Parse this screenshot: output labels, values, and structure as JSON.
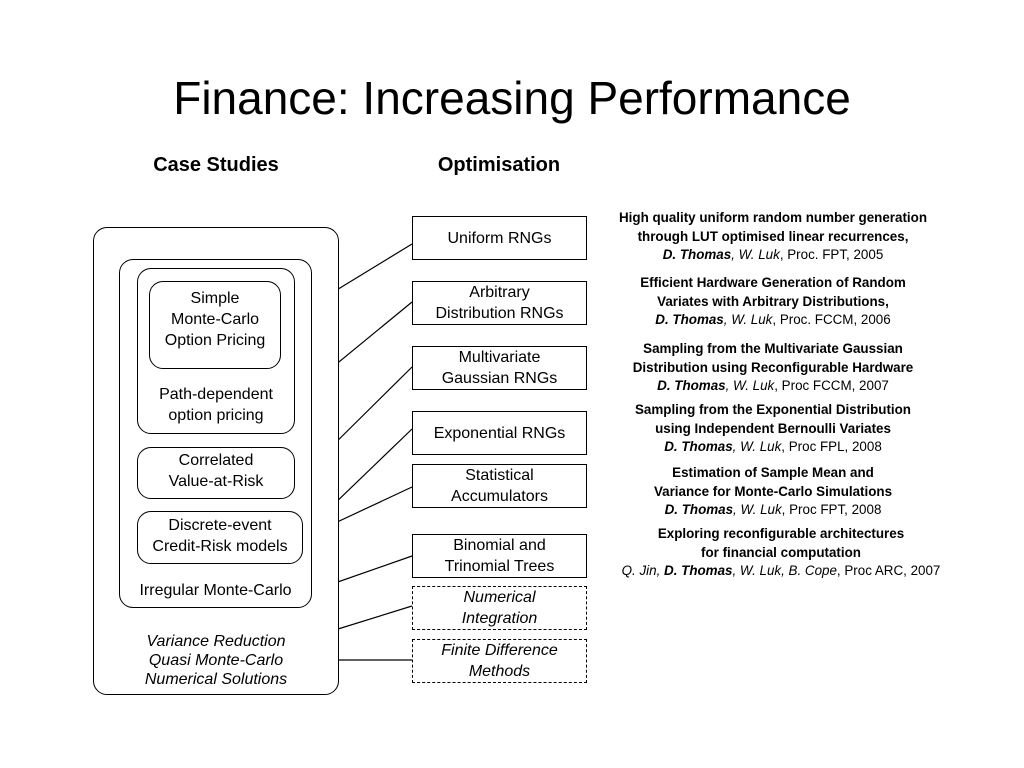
{
  "title": "Finance: Increasing Performance",
  "headers": {
    "case_studies": "Case Studies",
    "optimisation": "Optimisation"
  },
  "case_studies": {
    "simple_mc": [
      "Simple",
      "Monte-Carlo",
      "Option Pricing"
    ],
    "path_dependent": [
      "Path-dependent",
      "option pricing"
    ],
    "correlated_var": [
      "Correlated",
      "Value-at-Risk"
    ],
    "discrete_event": [
      "Discrete-event",
      "Credit-Risk models"
    ],
    "irregular_mc": "Irregular Monte-Carlo",
    "other": [
      "Variance Reduction",
      "Quasi Monte-Carlo",
      "Numerical Solutions"
    ]
  },
  "optimisations": [
    {
      "lines": [
        "Uniform RNGs"
      ],
      "style": "solid"
    },
    {
      "lines": [
        "Arbitrary",
        "Distribution RNGs"
      ],
      "style": "solid"
    },
    {
      "lines": [
        "Multivariate",
        "Gaussian RNGs"
      ],
      "style": "solid"
    },
    {
      "lines": [
        "Exponential RNGs"
      ],
      "style": "solid"
    },
    {
      "lines": [
        "Statistical",
        "Accumulators"
      ],
      "style": "solid"
    },
    {
      "lines": [
        "Binomial and",
        "Trinomial Trees"
      ],
      "style": "solid"
    },
    {
      "lines": [
        "Numerical",
        "Integration"
      ],
      "style": "dashed"
    },
    {
      "lines": [
        "Finite Difference",
        "Methods"
      ],
      "style": "dashed"
    }
  ],
  "references": [
    {
      "title_lines": [
        "High quality uniform random number generation",
        "through LUT optimised linear recurrences,"
      ],
      "author_pre": "",
      "author_bold": "D. Thomas",
      "author_post": ", W. Luk",
      "venue": ", Proc. FPT, 2005"
    },
    {
      "title_lines": [
        "Efficient Hardware Generation of Random",
        "Variates with Arbitrary Distributions,"
      ],
      "author_pre": "",
      "author_bold": "D. Thomas",
      "author_post": ", W. Luk",
      "venue": ", Proc. FCCM, 2006"
    },
    {
      "title_lines": [
        "Sampling from the Multivariate Gaussian",
        "Distribution using Reconfigurable Hardware"
      ],
      "author_pre": "",
      "author_bold": "D. Thomas",
      "author_post": ", W. Luk",
      "venue": ", Proc FCCM, 2007"
    },
    {
      "title_lines": [
        "Sampling from the Exponential Distribution",
        "using Independent Bernoulli Variates"
      ],
      "author_pre": "",
      "author_bold": "D. Thomas",
      "author_post": ", W. Luk",
      "venue": ", Proc FPL, 2008"
    },
    {
      "title_lines": [
        "Estimation of Sample Mean and",
        "Variance for Monte-Carlo Simulations"
      ],
      "author_pre": "",
      "author_bold": "D. Thomas",
      "author_post": ", W. Luk",
      "venue": ", Proc FPT, 2008"
    },
    {
      "title_lines": [
        "Exploring reconfigurable architectures",
        "for financial computation"
      ],
      "author_pre": "Q. Jin, ",
      "author_bold": "D. Thomas",
      "author_post": ", W. Luk, B. Cope",
      "venue": ", Proc ARC, 2007"
    }
  ]
}
